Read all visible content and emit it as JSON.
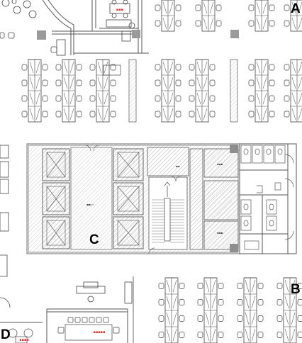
{
  "zone_labels": {
    "a": "A",
    "b": "B",
    "c": "C",
    "d": "D"
  },
  "colors": {
    "line": "#444444",
    "hatch": "#9a9a9a",
    "accent": "#e0302b",
    "gray_block": "#9a9a9a"
  }
}
